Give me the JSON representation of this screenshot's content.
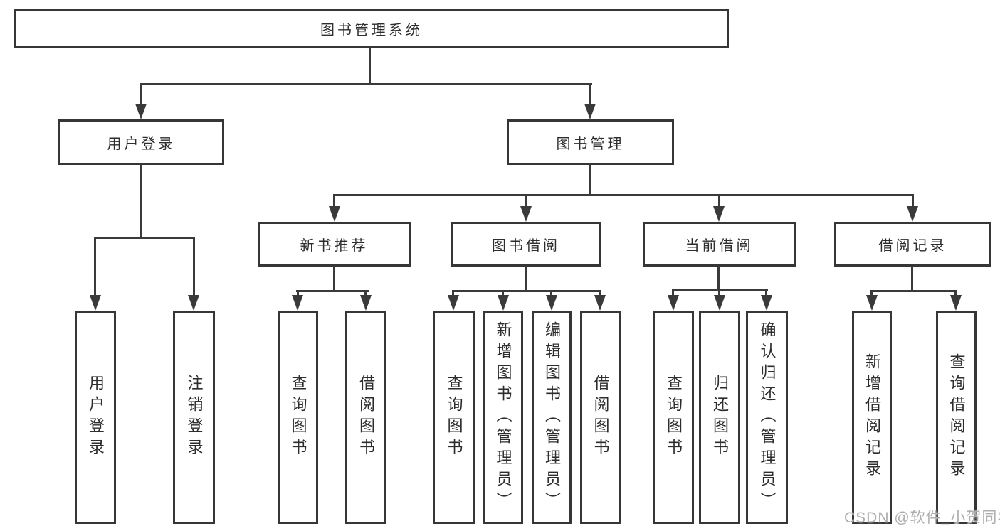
{
  "colors": {
    "background": "#ffffff",
    "line": "#3a3a3a",
    "box_border": "#363636",
    "text": "#2d2d2d",
    "watermark": "#aeaeae"
  },
  "tree": {
    "label": "图书管理系统",
    "children": [
      {
        "label": "用户登录",
        "children": [
          {
            "label": "用户登录"
          },
          {
            "label": "注销登录"
          }
        ]
      },
      {
        "label": "图书管理",
        "children": [
          {
            "label": "新书推荐",
            "children": [
              {
                "label": "查询图书"
              },
              {
                "label": "借阅图书"
              }
            ]
          },
          {
            "label": "图书借阅",
            "children": [
              {
                "label": "查询图书"
              },
              {
                "label": "新增图书（管理员）"
              },
              {
                "label": "编辑图书（管理员）"
              },
              {
                "label": "借阅图书"
              }
            ]
          },
          {
            "label": "当前借阅",
            "children": [
              {
                "label": "查询图书"
              },
              {
                "label": "归还图书"
              },
              {
                "label": "确认归还（管理员）"
              }
            ]
          },
          {
            "label": "借阅记录",
            "children": [
              {
                "label": "新增借阅记录"
              },
              {
                "label": "查询借阅记录"
              }
            ]
          }
        ]
      }
    ]
  },
  "watermark": {
    "text": "CSDN @软件_小贺同学"
  }
}
